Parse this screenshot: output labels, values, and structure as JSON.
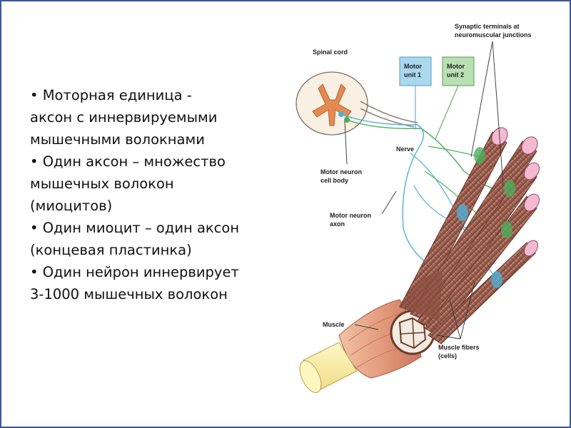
{
  "bullets": [
    "• Моторная единица -",
    "аксон с иннервируемыми",
    "мышечными волокнами",
    "• Один аксон – множество",
    "мышечных волокон",
    "(миоцитов)",
    "• Один миоцит – один аксон",
    "(концевая пластинка)",
    "• Один нейрон иннервирует",
    "3-1000 мышечных волокон"
  ],
  "diagram": {
    "spinal_cord": "Spinal cord",
    "motor_unit_1": [
      "Motor",
      "unit 1"
    ],
    "motor_unit_2": [
      "Motor",
      "unit 2"
    ],
    "synaptic_terminals": [
      "Synaptic terminals at",
      "neuromuscular junctions"
    ],
    "nerve": "Nerve",
    "motor_neuron_cell_body": [
      "Motor neuron",
      "cell body"
    ],
    "motor_neuron_axon": [
      "Motor neuron",
      "axon"
    ],
    "muscle": "Muscle",
    "muscle_fibers": [
      "Muscle fibers",
      "(cells)"
    ]
  },
  "colors": {
    "frame": "#3b5998",
    "motor_unit_1_box": "#a9d8ef",
    "motor_unit_2_box": "#b9e0b3",
    "unit1_terminals": "#4fb0d8",
    "unit2_terminals": "#4cae5c",
    "muscle_fiber": "#b07a68",
    "gray_matter": "#e58a52"
  }
}
